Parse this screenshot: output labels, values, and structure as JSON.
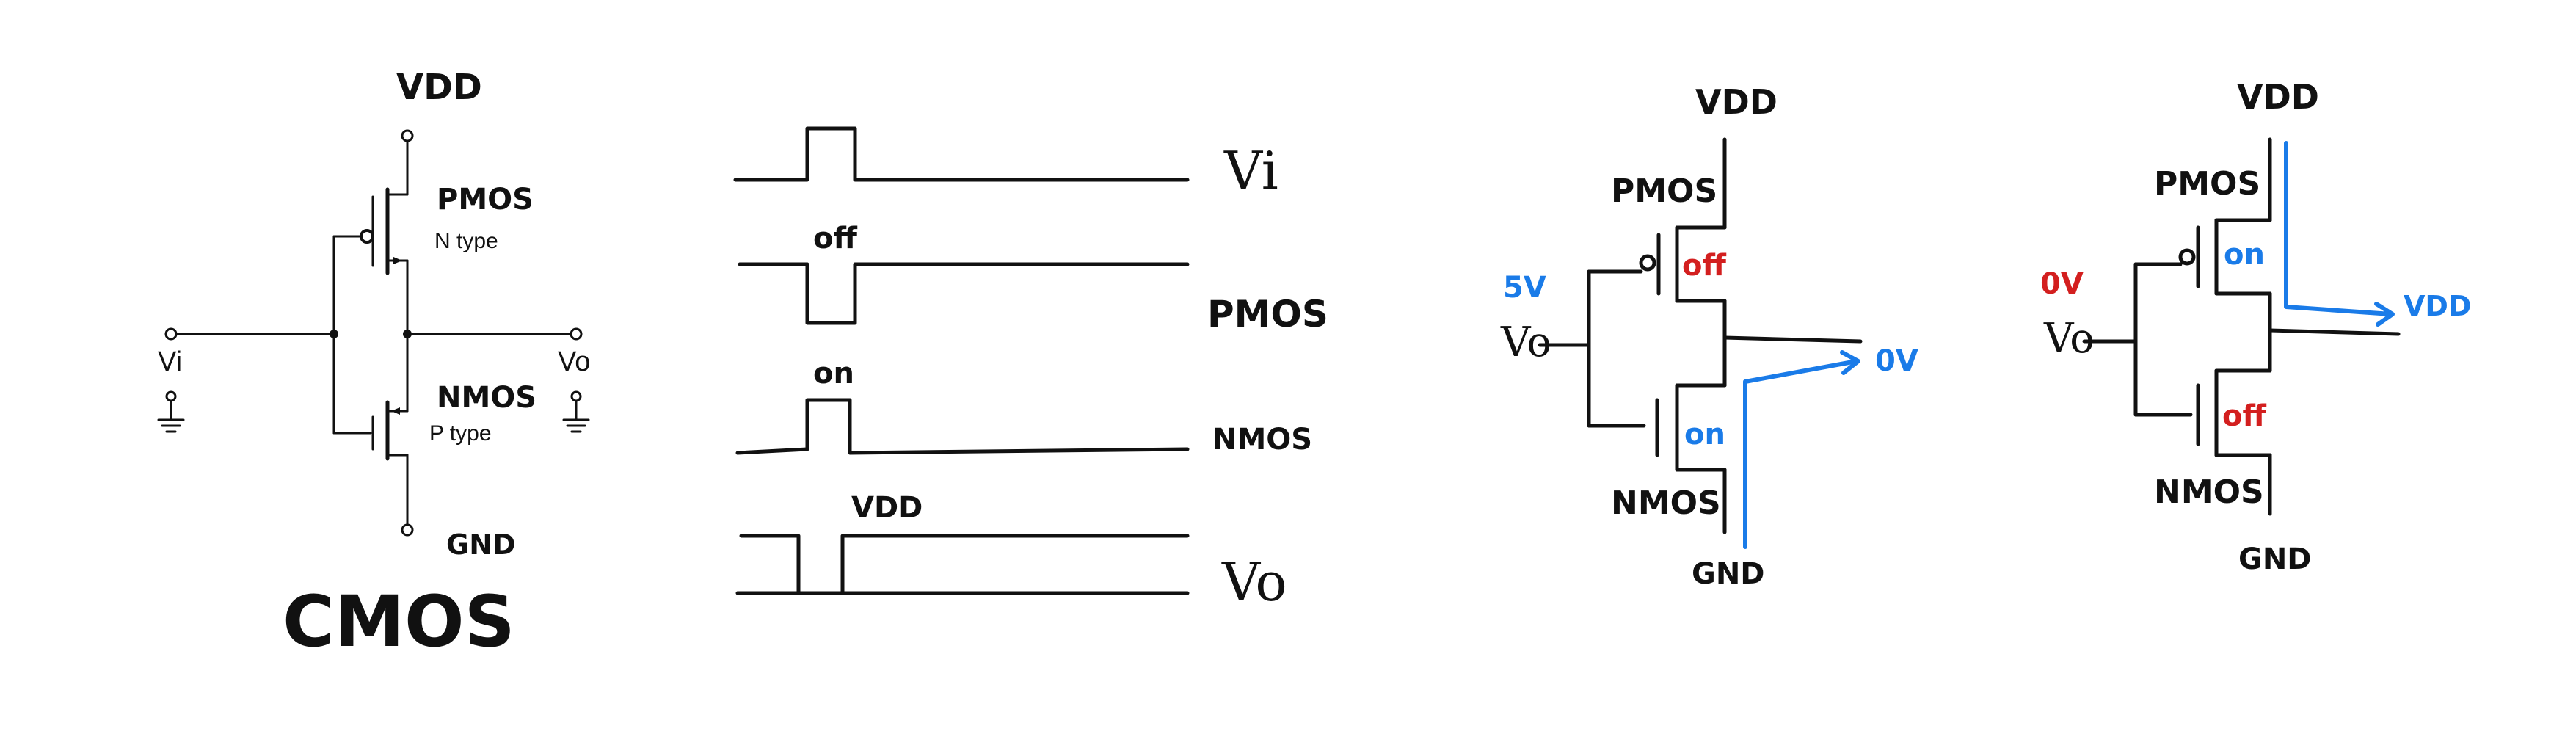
{
  "colors": {
    "ink": "#111111",
    "red": "#d31f1f",
    "blue": "#1a7be8",
    "background": "#ffffff"
  },
  "schematic": {
    "vdd": "VDD",
    "pmos": "PMOS",
    "pmos_type": "N type",
    "nmos": "NMOS",
    "nmos_type": "P type",
    "vi": "Vi",
    "vo": "Vo",
    "gnd": "GND",
    "title": "CMOS"
  },
  "timing": {
    "vi": "Vi",
    "pmos": "PMOS",
    "nmos": "NMOS",
    "vo": "Vo",
    "off": "off",
    "on": "on",
    "vdd": "VDD"
  },
  "case_high": {
    "vdd": "VDD",
    "pmos": "PMOS",
    "input_value": "5V",
    "vo": "Vo",
    "pmos_state": "off",
    "nmos_state": "on",
    "output_value": "0V",
    "nmos": "NMOS",
    "gnd": "GND"
  },
  "case_low": {
    "vdd": "VDD",
    "pmos": "PMOS",
    "input_value": "0V",
    "vo": "Vo",
    "pmos_state": "on",
    "nmos_state": "off",
    "output_value": "VDD",
    "nmos": "NMOS",
    "gnd": "GND"
  }
}
